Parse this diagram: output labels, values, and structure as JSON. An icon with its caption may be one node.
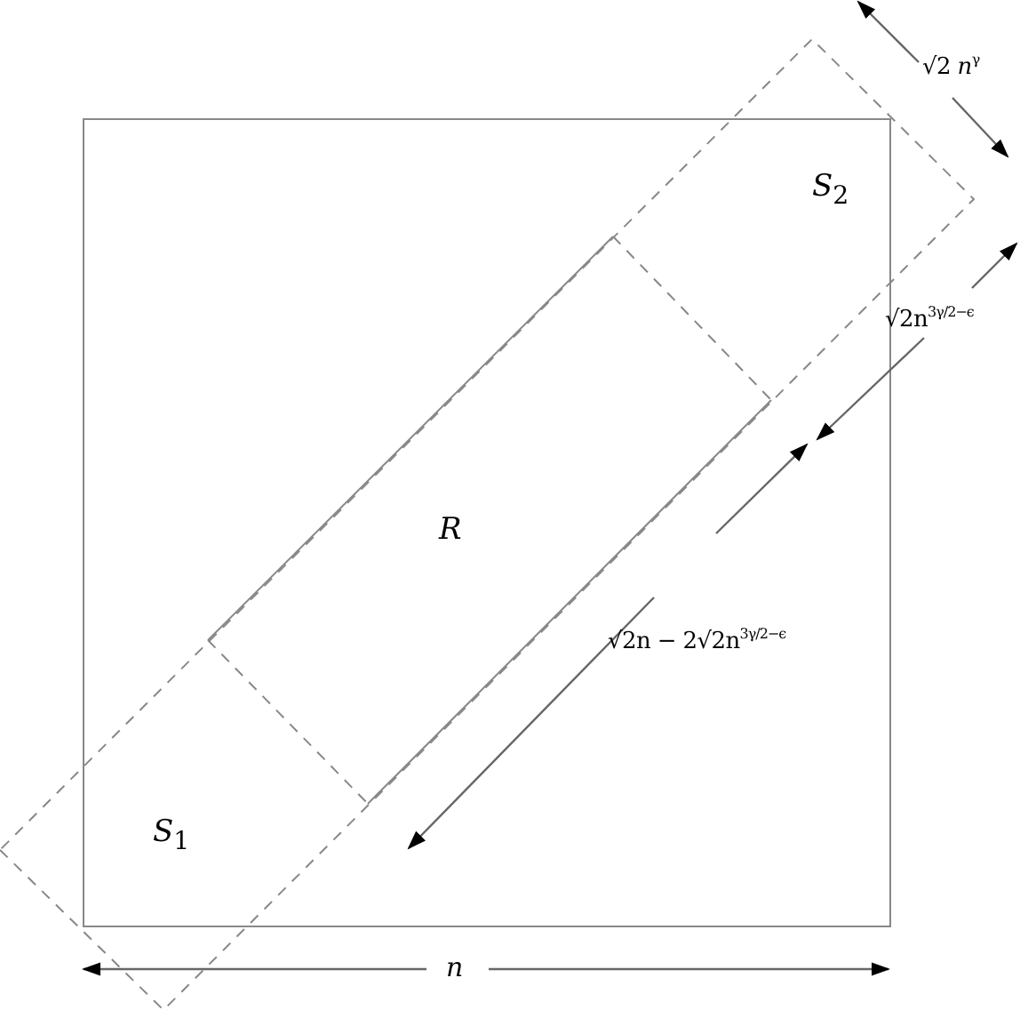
{
  "diagram": {
    "nodes": [
      {
        "text": [
          "*S*$_{1}$"
        ]
      },
      {
        "text": [
          "*R*"
        ]
      },
      {
        "text": [
          "*S*$_{2}$"
        ]
      }
    ],
    "labels": [
      "√2 *n*$^{γ}$",
      "√2n$^{3γ/2−ϵ}$",
      "√2n − 2√2n$^{3γ/2−ϵ}$",
      "*n*"
    ]
  }
}
